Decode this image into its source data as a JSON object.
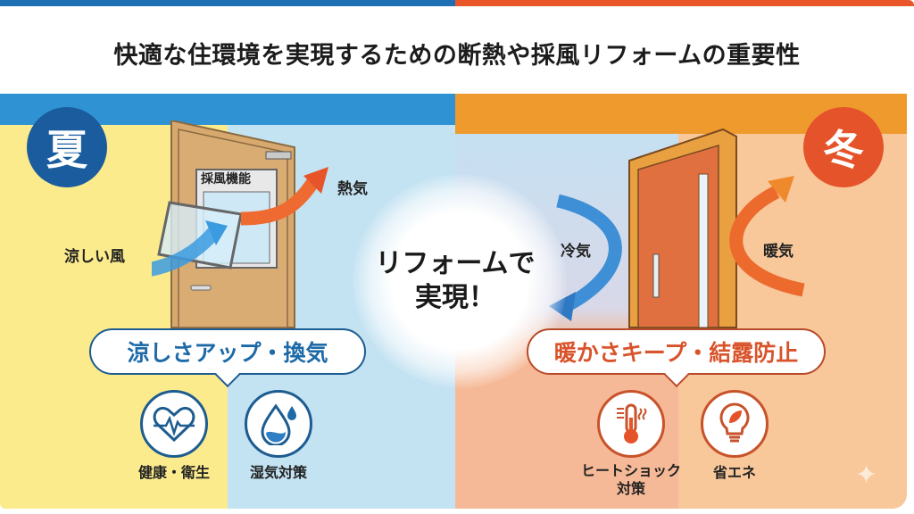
{
  "title": "快適な住環境を実現するための断熱や採風リフォームの重要性",
  "summer": {
    "badge": "夏",
    "door_label": "採風機能",
    "hot_air": "熱気",
    "cool_breeze": "涼しい風",
    "bubble": "涼しさアップ・換気",
    "icons": [
      {
        "icon": "heart-pulse-icon",
        "label": "健康・衛生"
      },
      {
        "icon": "water-drop-icon",
        "label": "湿気対策"
      }
    ]
  },
  "winter": {
    "badge": "冬",
    "cold_air": "冷気",
    "warm_air": "暖気",
    "bubble": "暖かさキープ・結露防止",
    "icons": [
      {
        "icon": "thermometer-icon",
        "label": "ヒートショック対策",
        "label_line1": "ヒートショック",
        "label_line2": "対策"
      },
      {
        "icon": "lightbulb-leaf-icon",
        "label": "省エネ"
      }
    ]
  },
  "center": {
    "line1": "リフォームで",
    "line2": "実現！"
  },
  "colors": {
    "summer": "#1b5c9e",
    "winter": "#e4532a",
    "summer_band": "#2f93d3",
    "winter_band": "#ef9a2c"
  }
}
